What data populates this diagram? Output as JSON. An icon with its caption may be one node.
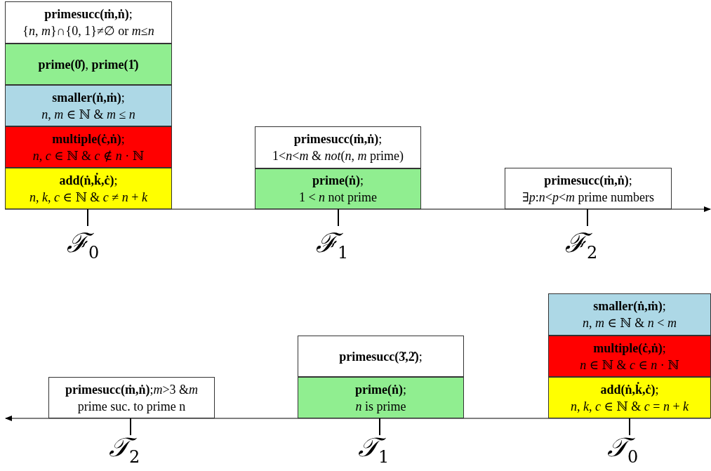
{
  "diagram": {
    "nodes": [
      {
        "text": [
          "**primesucc(ṁ,ṅ)**;",
          "{*n*, *m*}∩{0, 1}≠∅ or *m*≤*n*"
        ]
      },
      {
        "text": [
          "**prime(0̇)**, **prime(1̇)**"
        ]
      },
      {
        "text": [
          "**smaller(ṅ,ṁ)**;",
          "*n*, *m* ∈ ℕ & *m* ≤ *n*"
        ]
      },
      {
        "text": [
          "**multiple(ċ,ṅ)**;",
          "*n*, *c* ∈ ℕ & *c* ∉ *n* · ℕ"
        ]
      },
      {
        "text": [
          "**add(ṅ,k̇,ċ)**;",
          "*n*, *k*, *c* ∈ ℕ & *c* ≠ *n* + *k*"
        ]
      },
      {
        "text": [
          "**primesucc(ṁ,ṅ)**;",
          "1<*n*<*m* & *not*(*n*, *m* prime)"
        ]
      },
      {
        "text": [
          "**prime(ṅ)**;",
          "1 < *n* not prime"
        ]
      },
      {
        "text": [
          "**primesucc(ṁ,ṅ)**;",
          "∃*p*:*n*<*p*<*m* prime numbers"
        ]
      },
      {
        "text": [
          "**primesucc(ṁ,ṅ)**;*m*>3 &*m* prime suc. to prime n"
        ]
      },
      {
        "text": [
          "**primesucc(3̇,2̇)**;"
        ]
      },
      {
        "text": [
          "**prime(ṅ)**;",
          "*n* is prime"
        ]
      },
      {
        "text": [
          "**smaller(ṅ,ṁ)**;",
          "*n*, *m* ∈ ℕ & *n* < *m*"
        ]
      },
      {
        "text": [
          "**multiple(ċ,ṅ)**;",
          "*n* ∈ ℕ & *c* ∈ *n* · ℕ"
        ]
      },
      {
        "text": [
          "**add(ṅ,k̇,ċ)**;",
          "*n*, *k*, *c* ∈ ℕ & *c* = *n* + *k*"
        ]
      }
    ],
    "edges": [],
    "labels": [
      "ℱ$_{0}$",
      "ℱ$_{1}$",
      "ℱ$_{2}$",
      "𝒯$_{2}$",
      "𝒯$_{1}$",
      "𝒯$_{0}$"
    ]
  }
}
